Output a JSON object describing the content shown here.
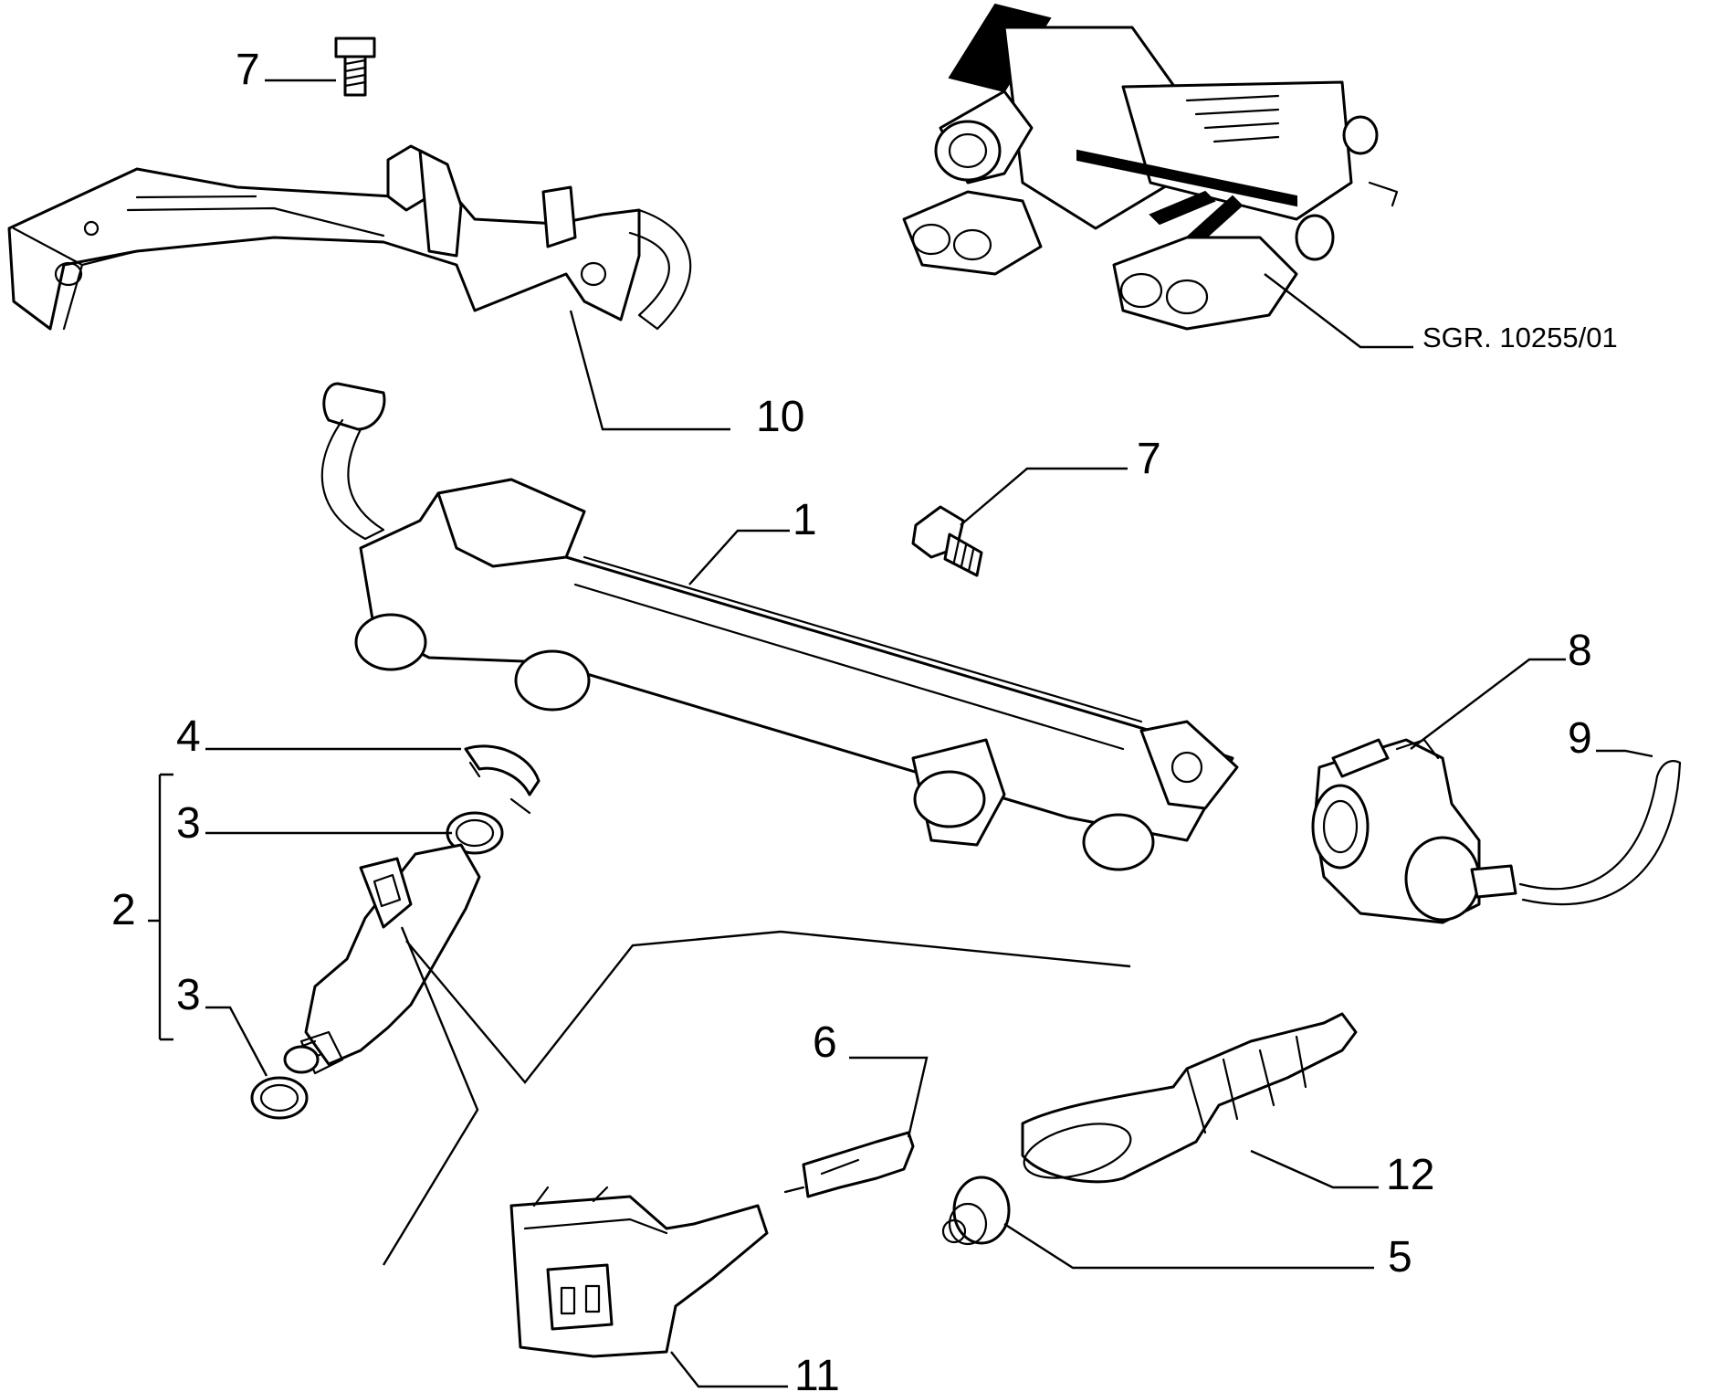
{
  "labels": {
    "l1": "1",
    "l2": "2",
    "l3a": "3",
    "l3b": "3",
    "l4": "4",
    "l5": "5",
    "l6": "6",
    "l7a": "7",
    "l7b": "7",
    "l8": "8",
    "l9": "9",
    "l10": "10",
    "l11": "11",
    "l12": "12"
  },
  "reference_code": "SGR. 10255/01"
}
